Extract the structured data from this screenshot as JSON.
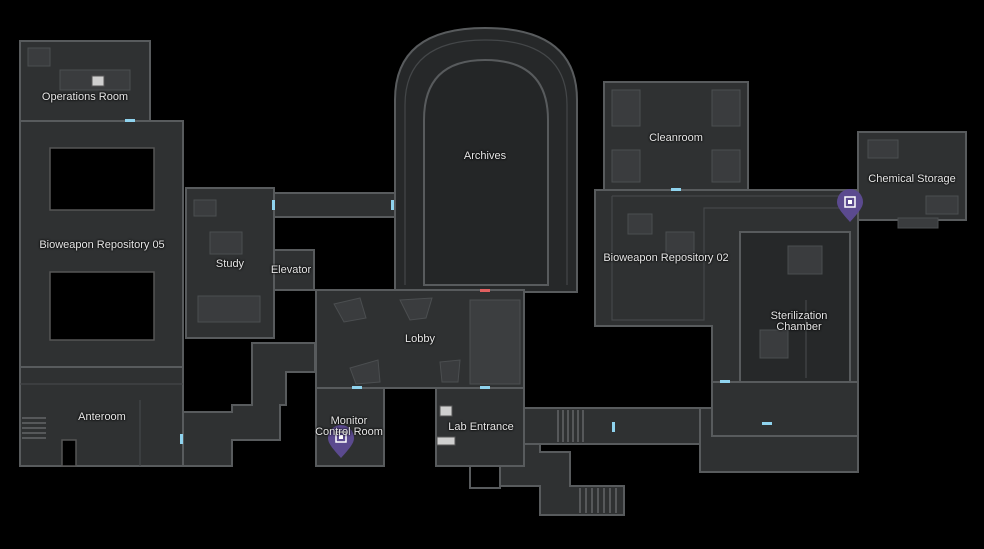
{
  "map": {
    "rooms": [
      {
        "id": "operations-room",
        "label": "Operations Room"
      },
      {
        "id": "bioweapon-repository-05",
        "label": "Bioweapon Repository 05"
      },
      {
        "id": "anteroom",
        "label": "Anteroom"
      },
      {
        "id": "study",
        "label": "Study"
      },
      {
        "id": "elevator",
        "label": "Elevator"
      },
      {
        "id": "archives",
        "label": "Archives"
      },
      {
        "id": "lobby",
        "label": "Lobby"
      },
      {
        "id": "monitor-control-room",
        "label": "Monitor\nControl Room"
      },
      {
        "id": "lab-entrance",
        "label": "Lab Entrance"
      },
      {
        "id": "cleanroom",
        "label": "Cleanroom"
      },
      {
        "id": "chemical-storage",
        "label": "Chemical Storage"
      },
      {
        "id": "bioweapon-repository-02",
        "label": "Bioweapon Repository 02"
      },
      {
        "id": "sterilization-chamber",
        "label": "Sterilization\nChamber"
      }
    ],
    "markers": [
      {
        "id": "marker-chemical-storage",
        "icon": "objective-pin-icon",
        "color": "#5b4a8f"
      },
      {
        "id": "marker-monitor-control-room",
        "icon": "objective-pin-icon",
        "color": "#5b4a8f"
      }
    ],
    "colors": {
      "background": "#000000",
      "room_fill": "#2f3132",
      "room_border": "#585b5d",
      "door_open": "#8fd3ee",
      "door_locked": "#e06060",
      "marker": "#5b4a8f"
    }
  }
}
